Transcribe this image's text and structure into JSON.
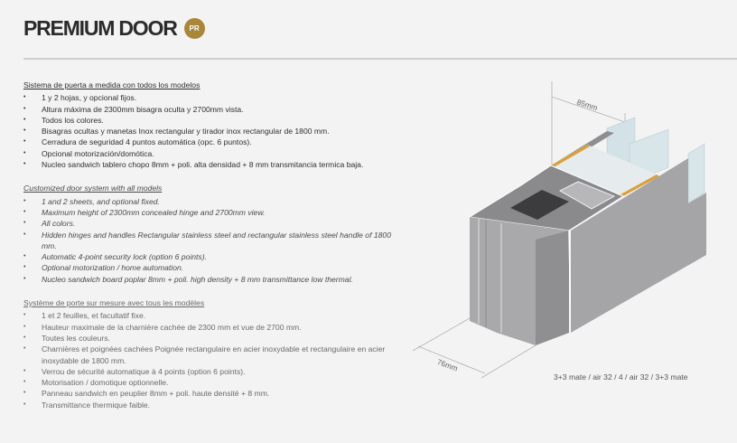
{
  "header": {
    "title": "PREMIUM DOOR",
    "badge": "PR"
  },
  "sections": {
    "es": {
      "heading": "Sistema de puerta a medida con todos los modelos",
      "items": [
        "1 y 2 hojas, y opcional fijos.",
        "Altura máxima de 2300mm bisagra oculta y 2700mm vista.",
        "Todos los colores.",
        "Bisagras ocultas y manetas Inox rectangular y tirador inox rectangular de 1800 mm.",
        "Cerradura de seguridad  4 puntos automática  (opc. 6 puntos).",
        "Opcional motorización/domótica.",
        "Nucleo sandwich tablero chopo 8mm + poli. alta densidad + 8 mm  transmitancia termica baja."
      ]
    },
    "en": {
      "heading": "Customized door system with all models",
      "items": [
        "1 and 2 sheets, and optional fixed.",
        "Maximum height of 2300mm concealed hinge and 2700mm view.",
        "All colors.",
        "Hidden hinges and handles Rectangular stainless steel and  rectangular stainless steel handle of 1800 mm.",
        "Automatic 4-point security lock (option 6 points).",
        "Optional motorization / home automation.",
        "Nucleo sandwich board poplar 8mm + poli. high density + 8 mm  transmittance low thermal."
      ]
    },
    "fr": {
      "heading": "Système de porte sur mesure avec tous les modèles",
      "items": [
        "1 et 2 feuilles, et facultatif fixe.",
        "Hauteur maximale de la charnière cachée de 2300 mm et vue de 2700 mm.",
        "Toutes les couleurs.",
        "Charnières et poignées cachées Poignée rectangulaire en acier inoxydable et rectangulaire en acier inoxydable de 1800 mm.",
        "Verrou de sécurité automatique à 4 points (option 6 points).",
        "Motorisation / domotique optionnelle.",
        "Panneau sandwich en peuplier 8mm + poli. haute densité + 8 mm.",
        "Transmittance thermique faible."
      ]
    }
  },
  "illustration": {
    "dim_top": "85mm",
    "dim_bottom": "76mm",
    "caption": "3+3 mate / air 32 / 4 / air 32 / 3+3 mate"
  },
  "colors": {
    "badge": "#a8873a",
    "profile": "#a9a9ab",
    "glass": "#cfe0e6",
    "insulation": "#d9a13b"
  }
}
